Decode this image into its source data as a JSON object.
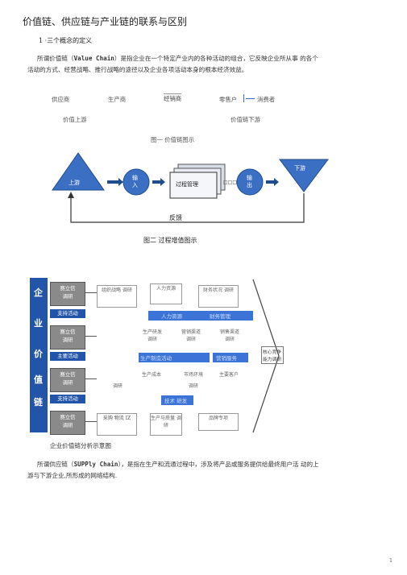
{
  "title": "价值链、供应链与产业链的联系与区别",
  "section1": {
    "heading": "1 ·三个概念的定义"
  },
  "para1": {
    "prefix": "所谓价值链（",
    "term": "Value Chain",
    "line1_rest": "）是指企业在一个特定产业内的各种活动的组合，它反映企业所从事 的各个",
    "line2": "活动的方式、经营战略、推行战略的途径以及企业各项活动本身的根本经济效益。"
  },
  "chain_line": {
    "supplier": "供应商",
    "producer": "生产商",
    "distributor": "经销商",
    "retailer": "零售户",
    "consumer": "消费者",
    "upstream": "价值上游",
    "downstream": "价值链下游",
    "fig1_caption": "图一      价值链图示"
  },
  "diagram2": {
    "upstream": "上游",
    "input": "输\n入",
    "process": "过程管理",
    "output": "输\n出",
    "downstream": "下游",
    "feedback": "反馈",
    "dots": "□□□",
    "caption": "图二      过程增值图示"
  },
  "diagram3": {
    "side_chars": [
      "企",
      "业",
      "价",
      "值",
      "链"
    ],
    "btn_survey": "赛立信\n调研",
    "btn_support": "支持活动",
    "btn_main": "主要活动",
    "box_org": "组织战略 调研",
    "box_hr": "人力资源",
    "box_finance": "财务状况 调研",
    "band_hr": "人力资源",
    "band_fin": "财务管理",
    "box_production": "生产研发 调研",
    "box_channel": "营销渠道 调研",
    "box_sales": "销售渠道 调研",
    "band_prod": "生产制造活动",
    "band_sale": "营销服务",
    "label_cost": "生产成本",
    "label_env": "市场环境",
    "label_customer": "主要客户",
    "label_research": "调研",
    "label_research2": "调研",
    "band_tech": "技术 研发",
    "box_purchase": "采购 物流 IZ",
    "box_quality": "生产与质量 调研",
    "box_brand": "品牌专项",
    "right_label": "核心竞争能力调研",
    "caption": "企业价值链分析示意图"
  },
  "para2": {
    "prefix": "所谓供应链（",
    "term": "SUPPly Chain",
    "line1_rest": "），是指在生产和流通过程中，涉及将产品或服务提供给最终用户活 动的上",
    "line2": "游与下游企业,所形成的网络结构."
  },
  "page_number": "1",
  "colors": {
    "shape_blue": "#3a6fc4",
    "shape_dark": "#1f4d8e",
    "sidebar_blue": "#2255aa",
    "band_blue": "#3b73d6",
    "btn_gray": "#8a8a8a"
  }
}
